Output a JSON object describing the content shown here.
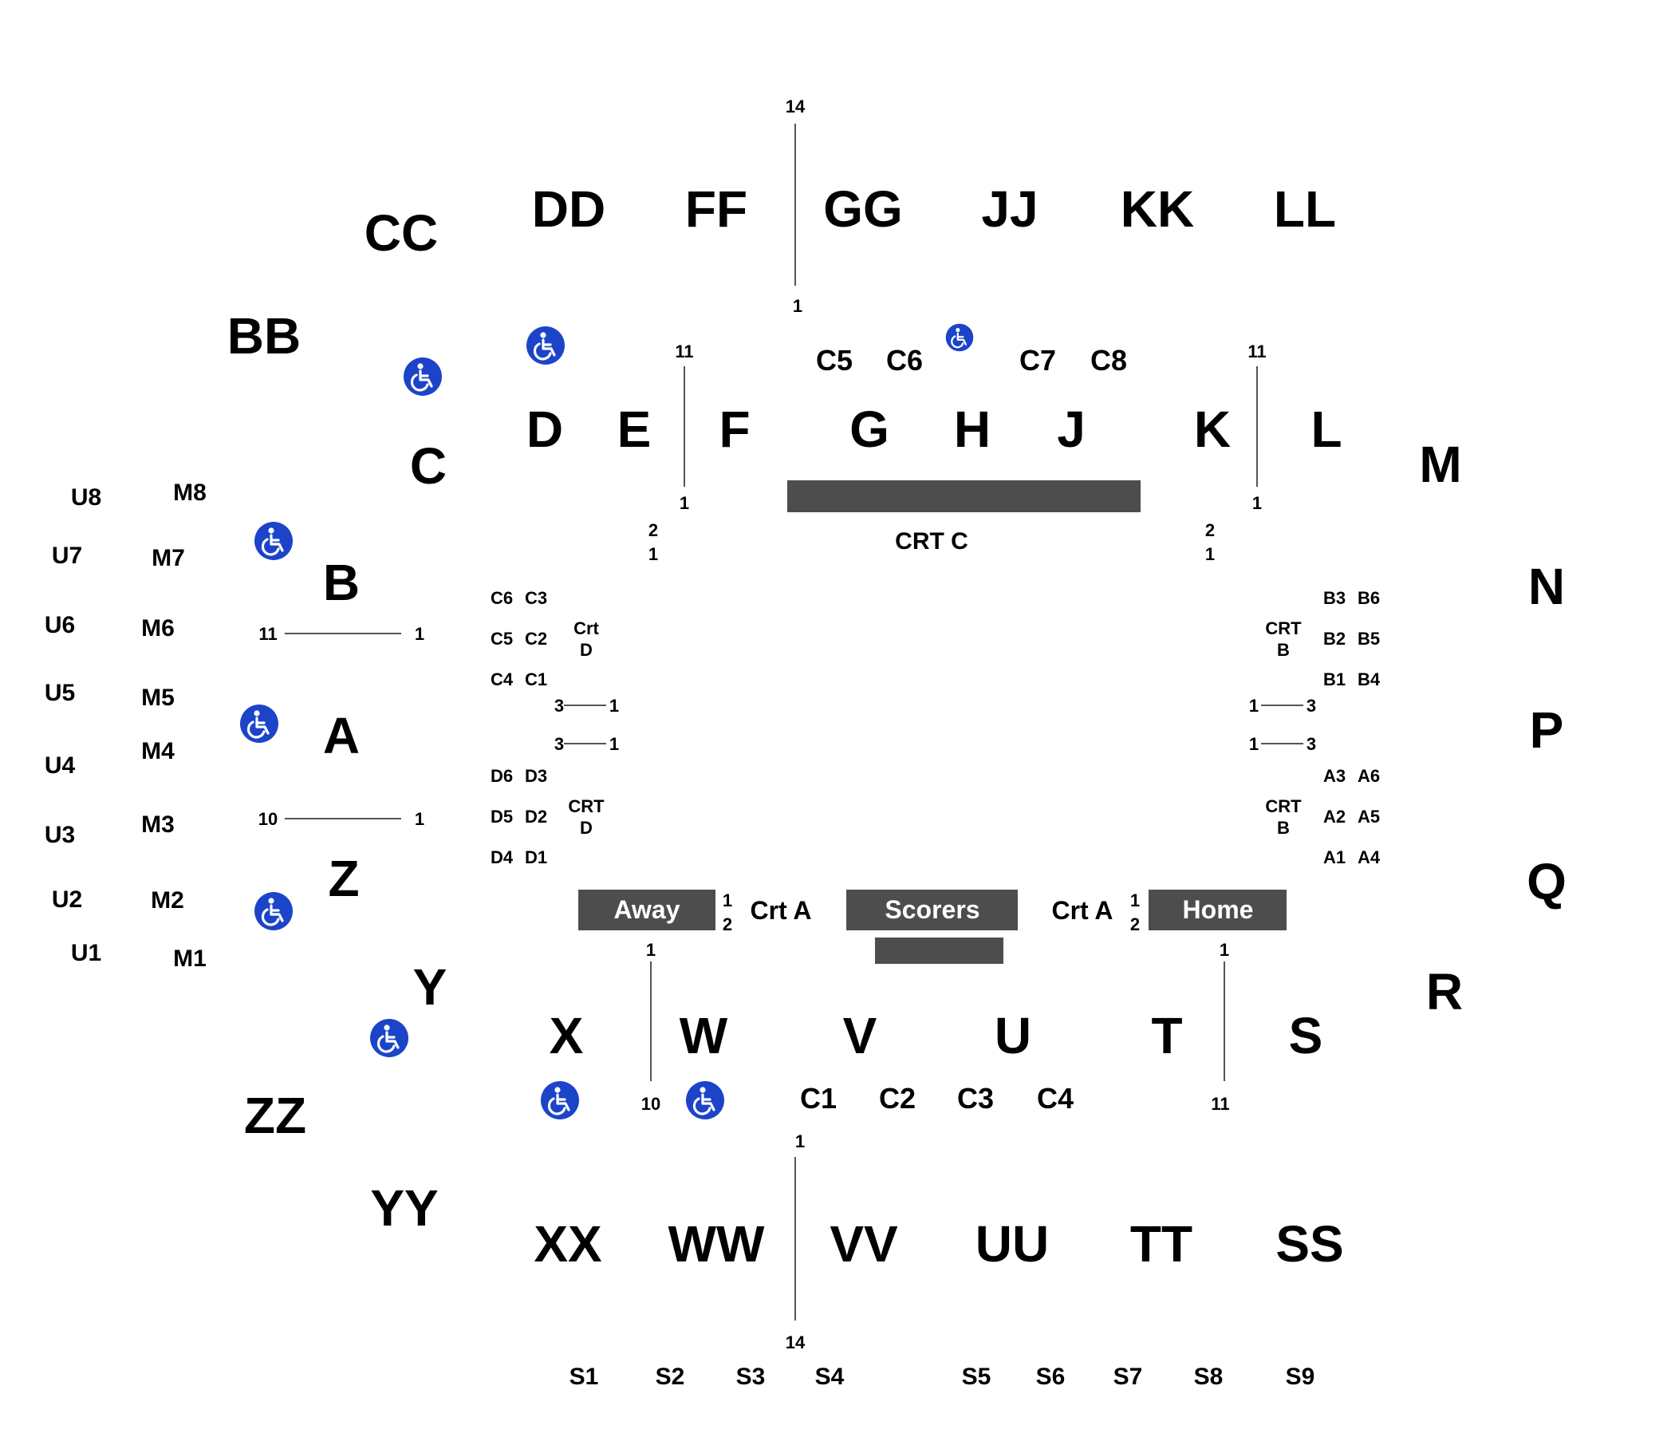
{
  "sections": {
    "CC": "CC",
    "DD": "DD",
    "FF": "FF",
    "GG": "GG",
    "JJ": "JJ",
    "KK": "KK",
    "LL": "LL",
    "BB": "BB",
    "C": "C",
    "D": "D",
    "E": "E",
    "F": "F",
    "G": "G",
    "H": "H",
    "J": "J",
    "K": "K",
    "L": "L",
    "M": "M",
    "B": "B",
    "N": "N",
    "A": "A",
    "P": "P",
    "Z": "Z",
    "Q": "Q",
    "Y": "Y",
    "R": "R",
    "X": "X",
    "W": "W",
    "V": "V",
    "U": "U",
    "T": "T",
    "S": "S",
    "ZZ": "ZZ",
    "YY": "YY",
    "XX": "XX",
    "WW": "WW",
    "VV": "VV",
    "UU": "UU",
    "TT": "TT",
    "SS": "SS"
  },
  "upper_left": {
    "U8": "U8",
    "U7": "U7",
    "U6": "U6",
    "U5": "U5",
    "U4": "U4",
    "U3": "U3",
    "U2": "U2",
    "U1": "U1",
    "M8": "M8",
    "M7": "M7",
    "M6": "M6",
    "M5": "M5",
    "M4": "M4",
    "M3": "M3",
    "M2": "M2",
    "M1": "M1"
  },
  "boxes": {
    "C5": "C5",
    "C6": "C6",
    "C7": "C7",
    "C8": "C8",
    "C1": "C1",
    "C2": "C2",
    "C3": "C3",
    "C4": "C4",
    "S1": "S1",
    "S2": "S2",
    "S3": "S3",
    "S4": "S4",
    "S5": "S5",
    "S6": "S6",
    "S7": "S7",
    "S8": "S8",
    "S9": "S9"
  },
  "court_d": {
    "C6": "C6",
    "C3": "C3",
    "C5": "C5",
    "C2": "C2",
    "C4": "C4",
    "C1": "C1",
    "D6": "D6",
    "D3": "D3",
    "D5": "D5",
    "D2": "D2",
    "D4": "D4",
    "D1": "D1",
    "crt_top_line1": "Crt",
    "crt_top_line2": "D",
    "crt_bot_line1": "CRT",
    "crt_bot_line2": "D"
  },
  "court_b": {
    "B3": "B3",
    "B6": "B6",
    "B2": "B2",
    "B5": "B5",
    "B1": "B1",
    "B4": "B4",
    "A3": "A3",
    "A6": "A6",
    "A2": "A2",
    "A5": "A5",
    "A1": "A1",
    "A4": "A4",
    "crt_top_line1": "CRT",
    "crt_top_line2": "B",
    "crt_bot_line1": "CRT",
    "crt_bot_line2": "B"
  },
  "labels": {
    "crt_c": "CRT C",
    "crt_a_left": "Crt A",
    "crt_a_right": "Crt A",
    "away": "Away",
    "scorers": "Scorers",
    "home": "Home"
  },
  "rows": {
    "n1": "1",
    "n2": "2",
    "n3": "3",
    "n10": "10",
    "n11": "11",
    "n14": "14"
  },
  "icons": {
    "accessible": "wheelchair-icon"
  },
  "colors": {
    "accessible": "#1c44c9",
    "bar": "#4d4d4d"
  }
}
